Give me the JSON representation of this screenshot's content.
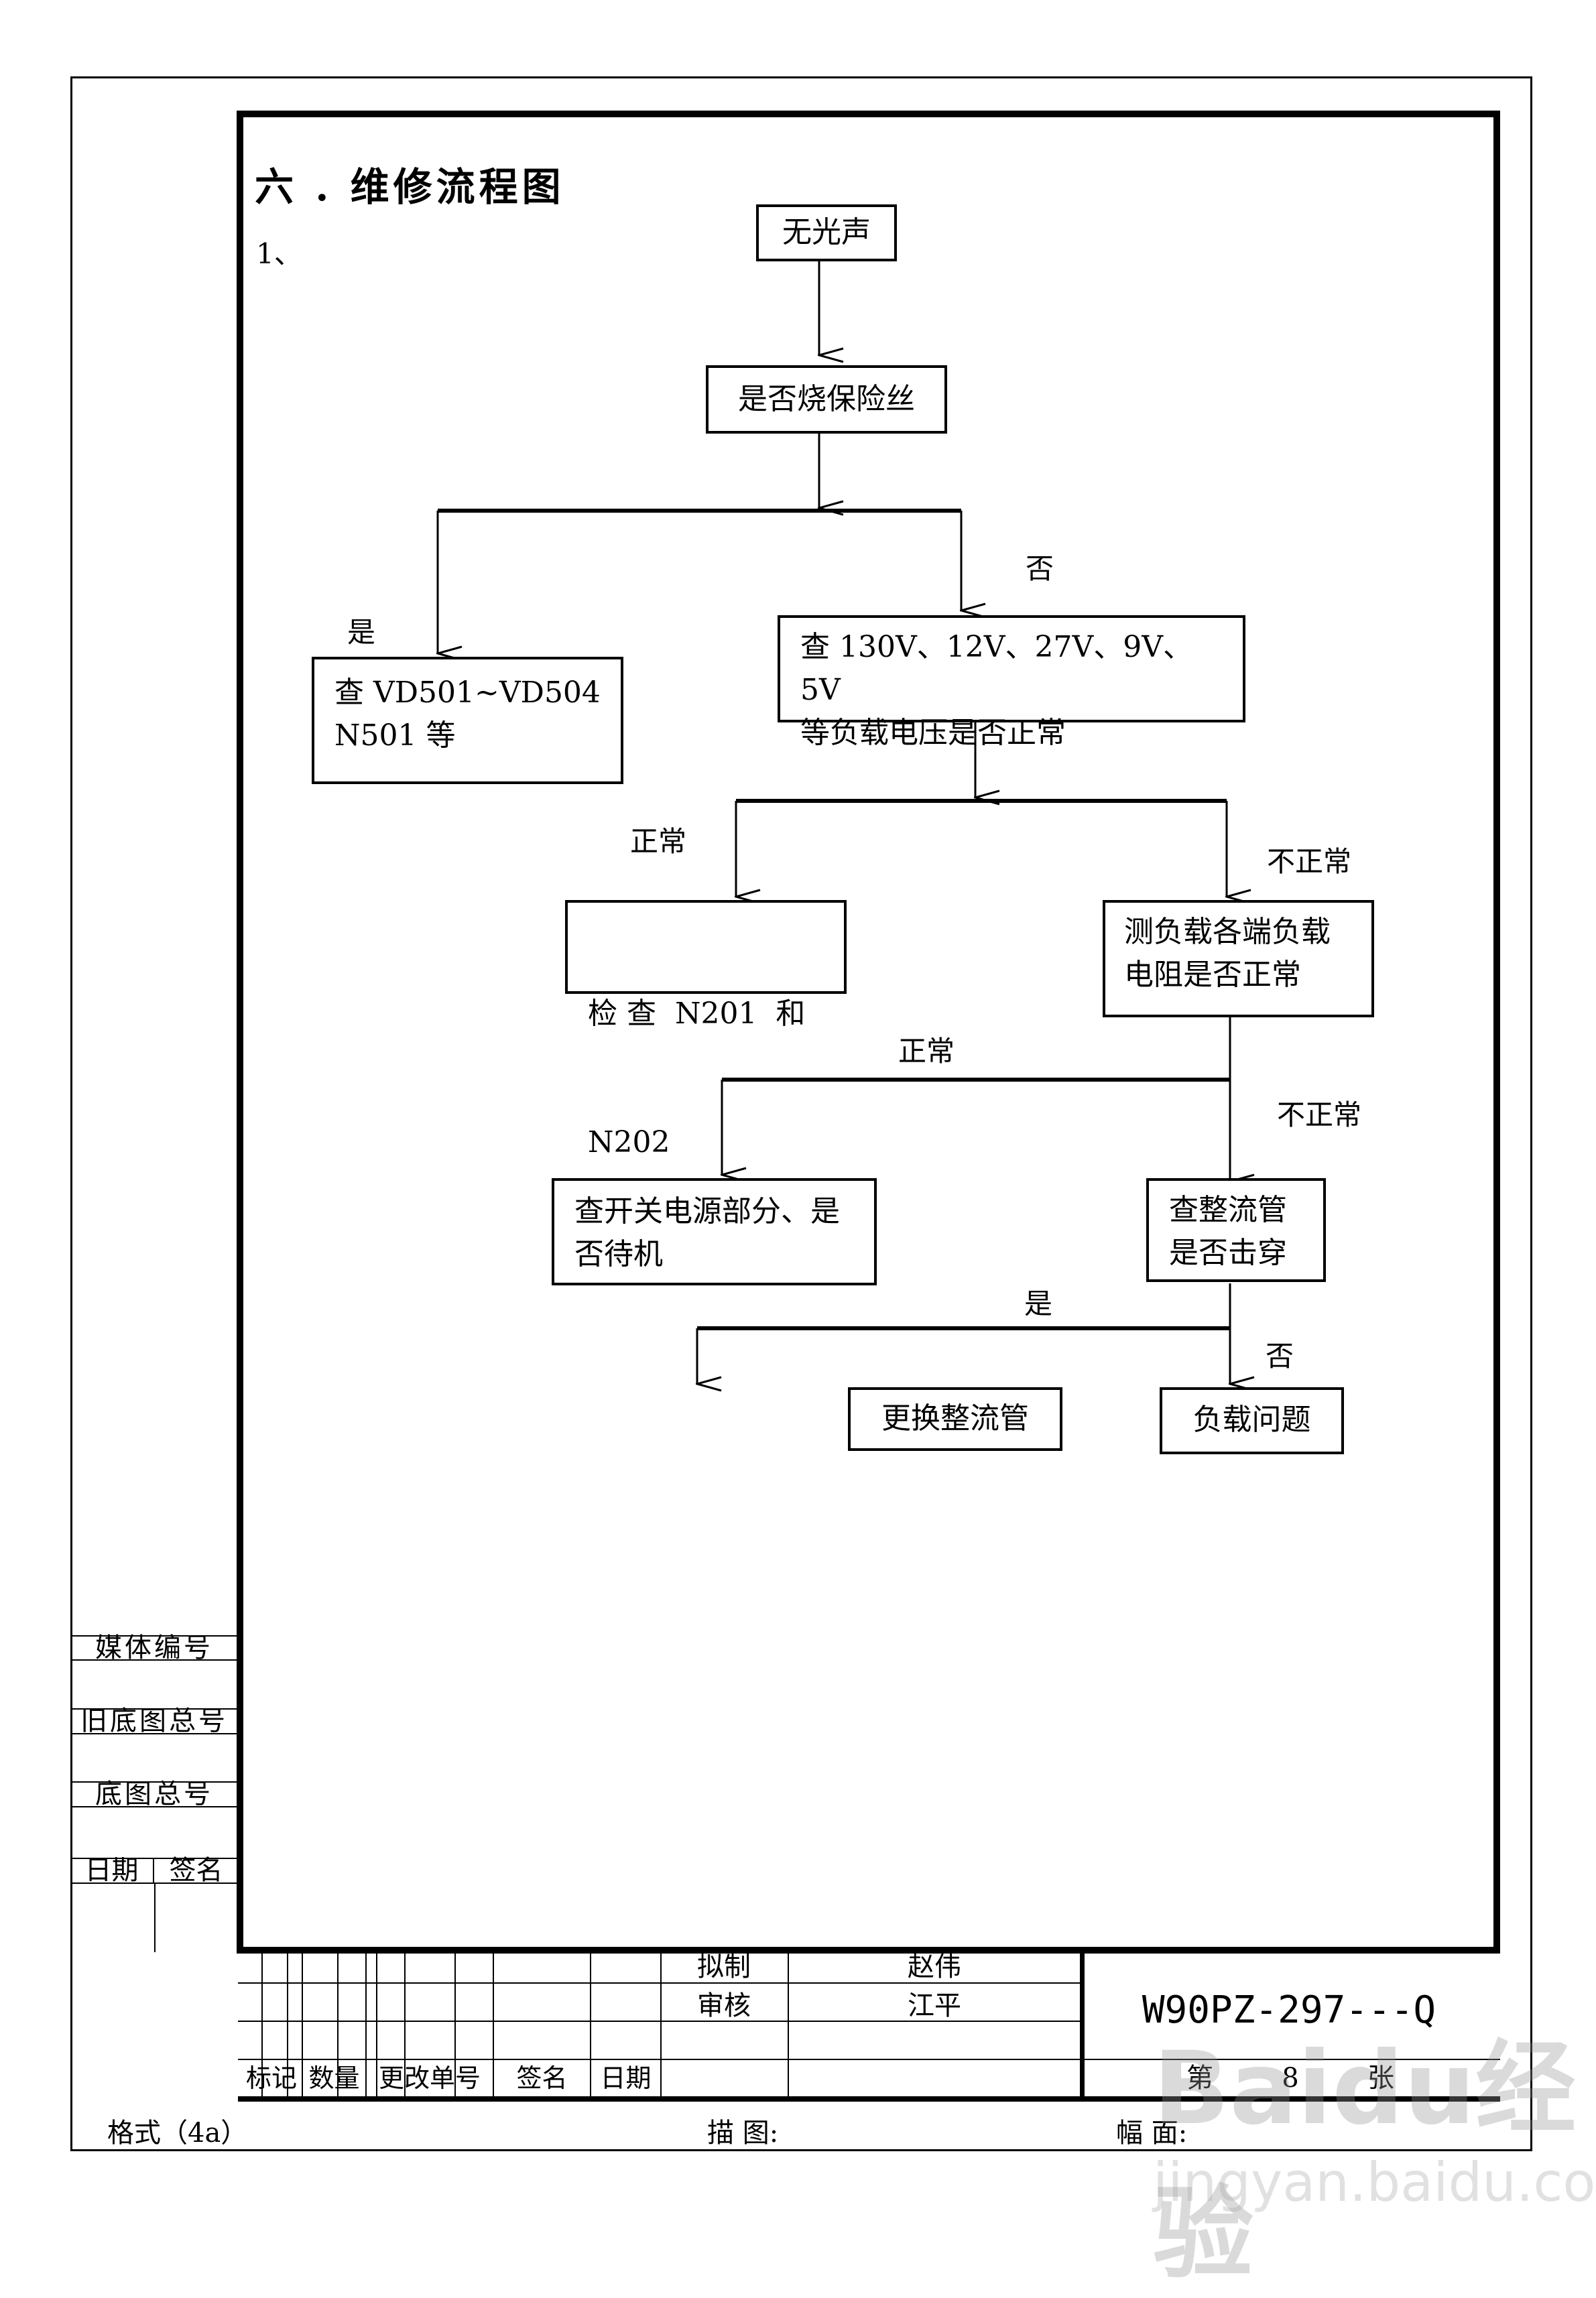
{
  "heading": "六 . 维修流程图",
  "section_number": "1、",
  "flowchart": {
    "nodes": {
      "start": "无光声",
      "fuse_check": "是否烧保险丝",
      "check_vd": [
        "查 VD501~VD504",
        "N501 等"
      ],
      "check_voltage": [
        "查 130V、12V、27V、9V、5V",
        "等负载电压是否正常"
      ],
      "check_n201": [
        "检 查  N201  和",
        "N202"
      ],
      "measure_resistance": [
        "测负载各端负载",
        "电阻是否正常"
      ],
      "check_switch_power": [
        "查开关电源部分、是",
        "否待机"
      ],
      "check_rectifier": [
        "查整流管",
        "是否击穿"
      ],
      "replace_rectifier": "更换整流管",
      "load_problem": "负载问题"
    },
    "edge_labels": {
      "fuse_yes": "是",
      "fuse_no": "否",
      "voltage_normal": "正常",
      "voltage_abnormal": "不正常",
      "resistance_normal": "正常",
      "resistance_abnormal": "不正常",
      "rectifier_yes": "是",
      "rectifier_no": "否"
    }
  },
  "side_panel": {
    "media_no": "媒体编号",
    "old_base_no": "旧底图总号",
    "base_no": "底图总号",
    "date": "日期",
    "signature": "签名"
  },
  "title_block": {
    "drafted_label": "拟制",
    "drafted_by": "赵伟",
    "reviewed_label": "审核",
    "reviewed_by": "江平",
    "headers": [
      "标记",
      "数量",
      "更改单号",
      "签名",
      "日期"
    ],
    "drawing_code": "W90PZ-297---Q",
    "sheet_prefix": "第",
    "sheet_number": "8",
    "sheet_suffix": "张"
  },
  "footer": {
    "format": "格式（4a）",
    "traced": "描 图:",
    "sheet_size": "幅 面:"
  },
  "watermark": {
    "logo": "Baidu经验",
    "url": "jingyan.baidu.com"
  }
}
